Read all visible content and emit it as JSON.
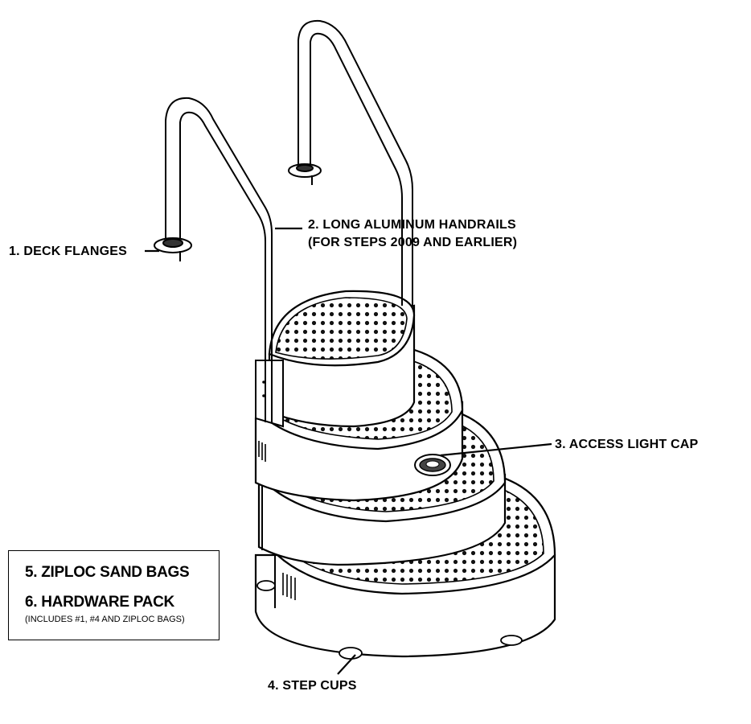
{
  "callouts": {
    "deck_flanges": "1. DECK FLANGES",
    "handrails_line1": "2. LONG ALUMINUM HANDRAILS",
    "handrails_line2": "(FOR STEPS 2009 AND EARLIER)",
    "access_light_cap": "3. ACCESS LIGHT CAP",
    "step_cups": "4. STEP CUPS"
  },
  "legend": {
    "item5": "5. ZIPLOC SAND BAGS",
    "item6": "6. HARDWARE PACK",
    "item6_note": "(INCLUDES #1, #4 AND ZIPLOC BAGS)"
  }
}
